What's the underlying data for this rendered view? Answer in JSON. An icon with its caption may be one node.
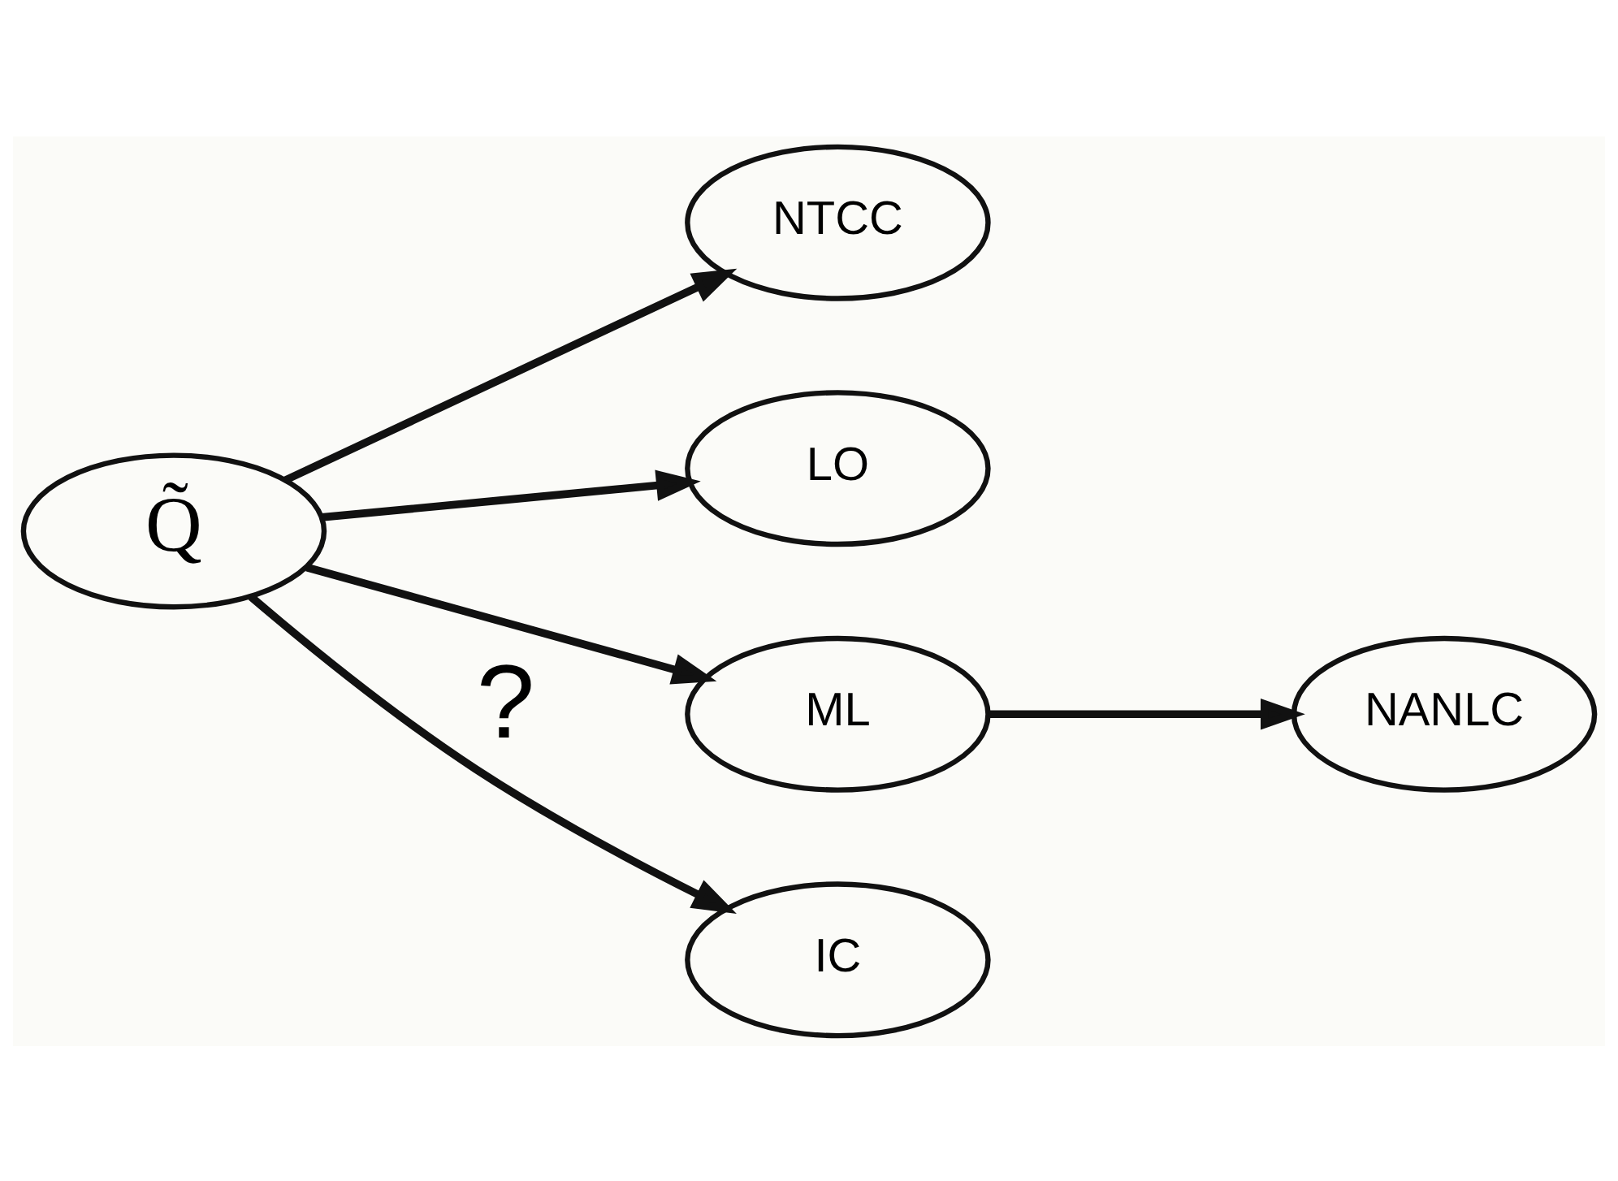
{
  "diagram": {
    "nodes": [
      {
        "text": [
          "Q̃"
        ]
      },
      {
        "text": [
          "NTCC"
        ]
      },
      {
        "text": [
          "LO"
        ]
      },
      {
        "text": [
          "ML"
        ]
      },
      {
        "text": [
          "NANLC"
        ]
      },
      {
        "text": [
          "IC"
        ]
      }
    ],
    "edges": [
      {
        "from": 0,
        "to": 1,
        "arrow": "to"
      },
      {
        "from": 0,
        "to": 2,
        "arrow": "to"
      },
      {
        "from": 0,
        "to": 3,
        "arrow": "to"
      },
      {
        "from": 3,
        "to": 4,
        "arrow": "to"
      },
      {
        "from": 0,
        "to": 5,
        "arrow": "to",
        "label": "?"
      }
    ]
  }
}
